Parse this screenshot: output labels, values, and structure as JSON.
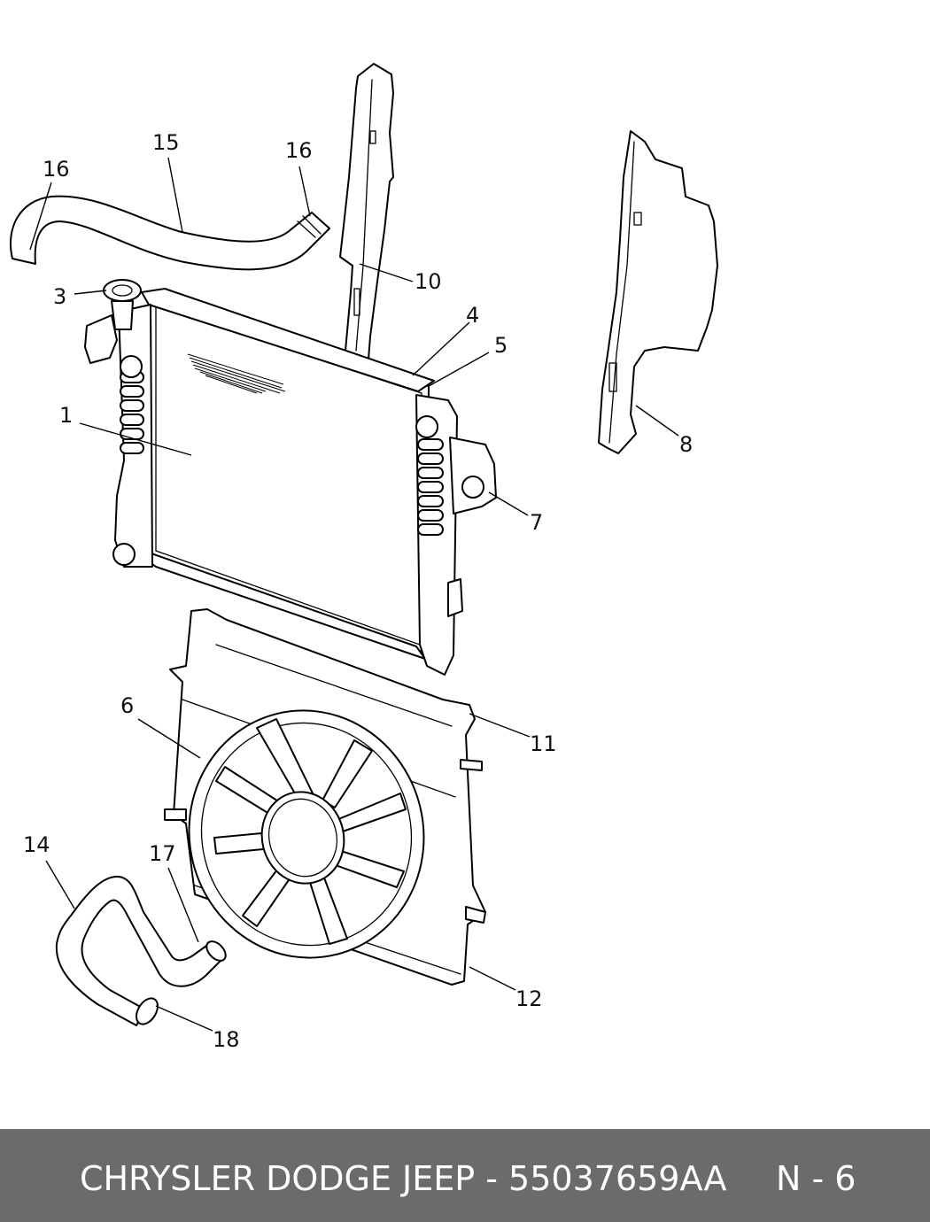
{
  "footer": {
    "part_text": "CHRYSLER DODGE JEEP - 55037659AA",
    "page_text": "N - 6"
  },
  "callouts": {
    "c1": "1",
    "c3": "3",
    "c4": "4",
    "c5": "5",
    "c6": "6",
    "c7": "7",
    "c8": "8",
    "c10": "10",
    "c11": "11",
    "c12": "12",
    "c14": "14",
    "c15": "15",
    "c16a": "16",
    "c16b": "16",
    "c17": "17",
    "c18": "18"
  },
  "colors": {
    "footer_bg": "#6b6b6b",
    "footer_text": "#ffffff",
    "line": "#000000"
  }
}
